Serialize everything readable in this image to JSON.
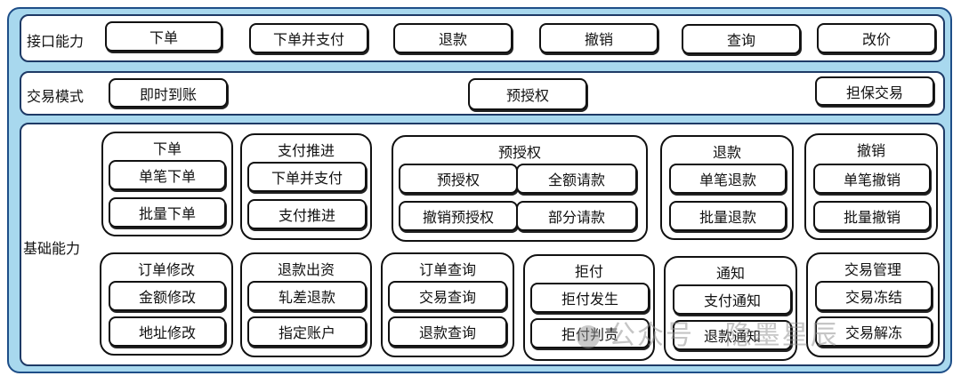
{
  "interface": {
    "label": "接口能力",
    "buttons": [
      "下单",
      "下单并支付",
      "退款",
      "撤销",
      "查询",
      "改价"
    ]
  },
  "trade": {
    "label": "交易模式",
    "buttons": [
      "即时到账",
      "预授权",
      "担保交易"
    ]
  },
  "base": {
    "label": "基础能力",
    "groups": [
      {
        "title": "下单",
        "items": [
          "单笔下单",
          "批量下单"
        ]
      },
      {
        "title": "支付推进",
        "items": [
          "下单并支付",
          "支付推进"
        ]
      },
      {
        "title": "预授权",
        "items": [
          "预授权",
          "全额请款",
          "撤销预授权",
          "部分请款"
        ]
      },
      {
        "title": "退款",
        "items": [
          "单笔退款",
          "批量退款"
        ]
      },
      {
        "title": "撤销",
        "items": [
          "单笔撤销",
          "批量撤销"
        ]
      },
      {
        "title": "订单修改",
        "items": [
          "金额修改",
          "地址修改"
        ]
      },
      {
        "title": "退款出资",
        "items": [
          "轧差退款",
          "指定账户"
        ]
      },
      {
        "title": "订单查询",
        "items": [
          "交易查询",
          "退款查询"
        ]
      },
      {
        "title": "拒付",
        "items": [
          "拒付发生",
          "拒付判责"
        ]
      },
      {
        "title": "通知",
        "items": [
          "支付通知",
          "退款通知"
        ]
      },
      {
        "title": "交易管理",
        "items": [
          "交易冻结",
          "交易解冻"
        ]
      }
    ]
  },
  "watermark": "公众号 · 隐墨星辰"
}
